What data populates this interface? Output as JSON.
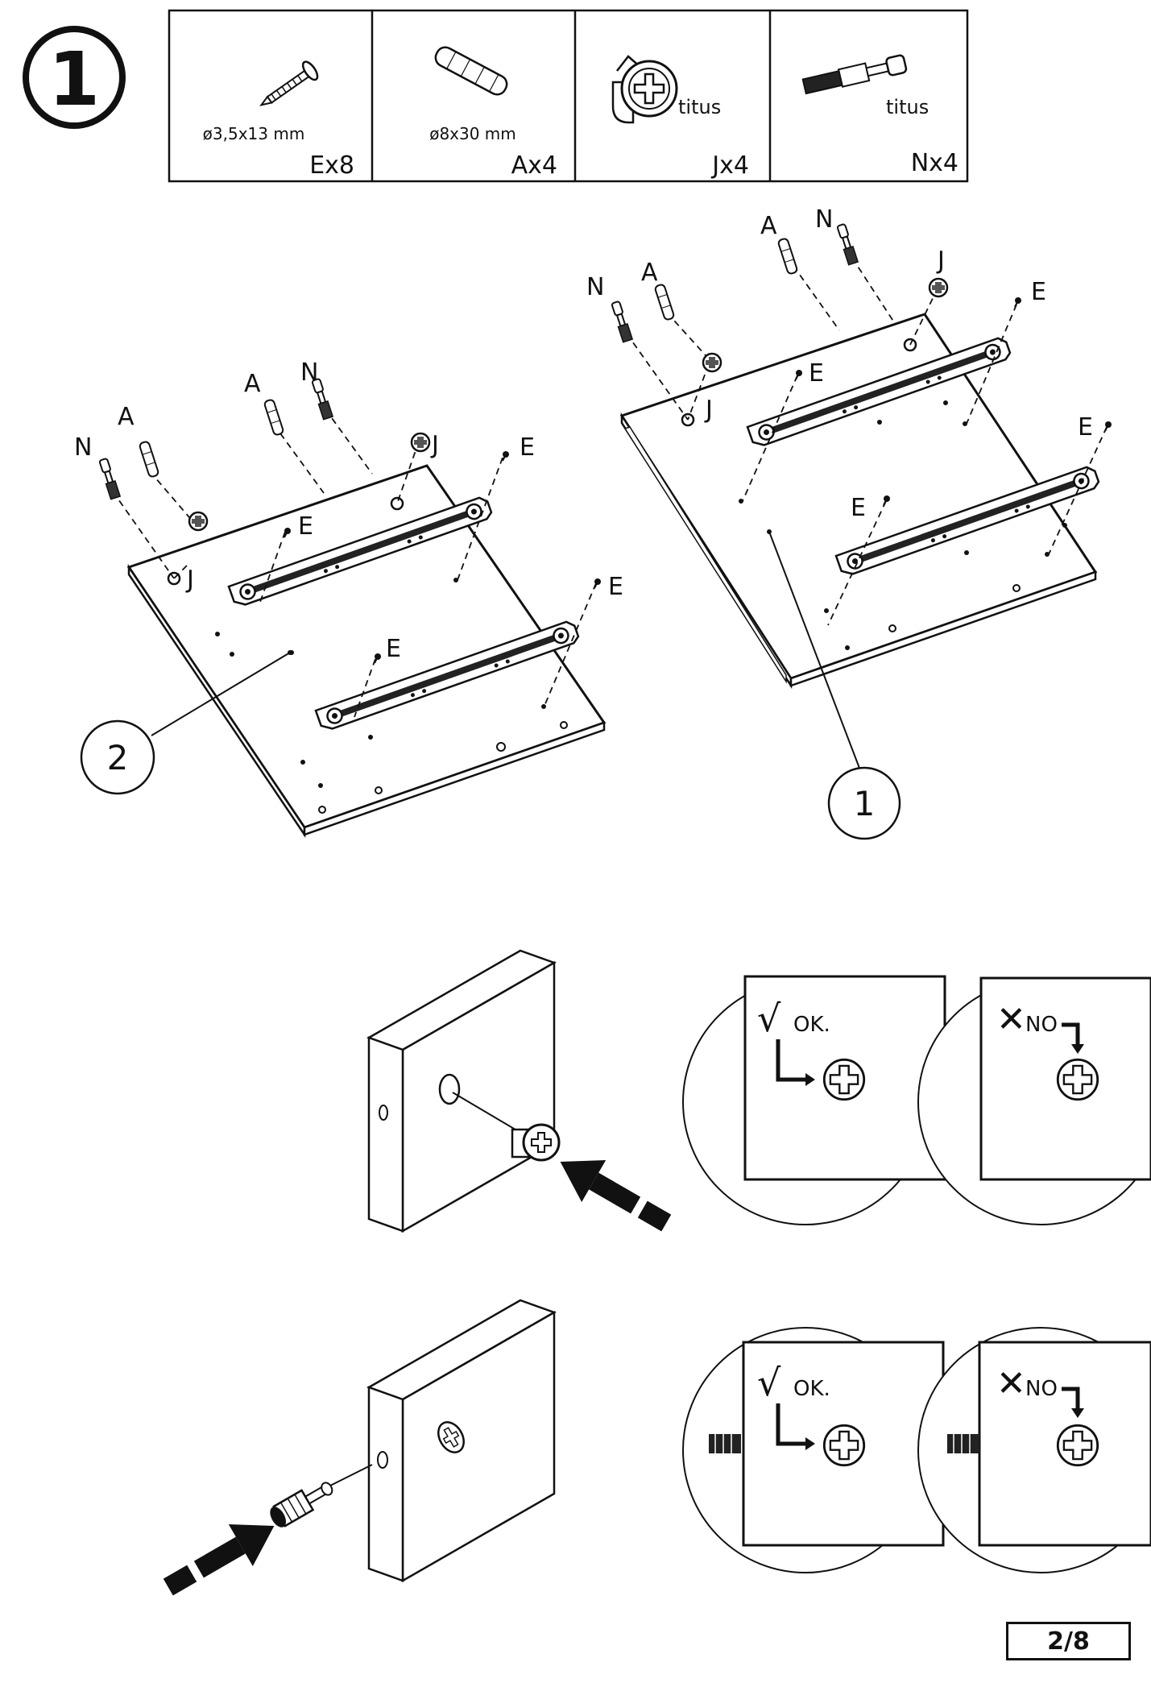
{
  "step": {
    "number": "1"
  },
  "parts": [
    {
      "size": "ø3,5x13 mm",
      "count": "Ex8",
      "icon": "screw-icon"
    },
    {
      "size": "ø8x30 mm",
      "count": "Ax4",
      "icon": "dowel-icon"
    },
    {
      "brand": "titus",
      "count": "Jx4",
      "icon": "cam-lock-icon"
    },
    {
      "brand": "titus",
      "count": "Nx4",
      "icon": "connecting-bolt-icon"
    }
  ],
  "labels": {
    "screw": "E",
    "dowel": "A",
    "cam": "J",
    "bolt": "N"
  },
  "panels": {
    "panel_1": "1",
    "panel_2": "2"
  },
  "details": {
    "ok": "OK.",
    "no": "NO"
  },
  "page": {
    "number": "2/8"
  }
}
